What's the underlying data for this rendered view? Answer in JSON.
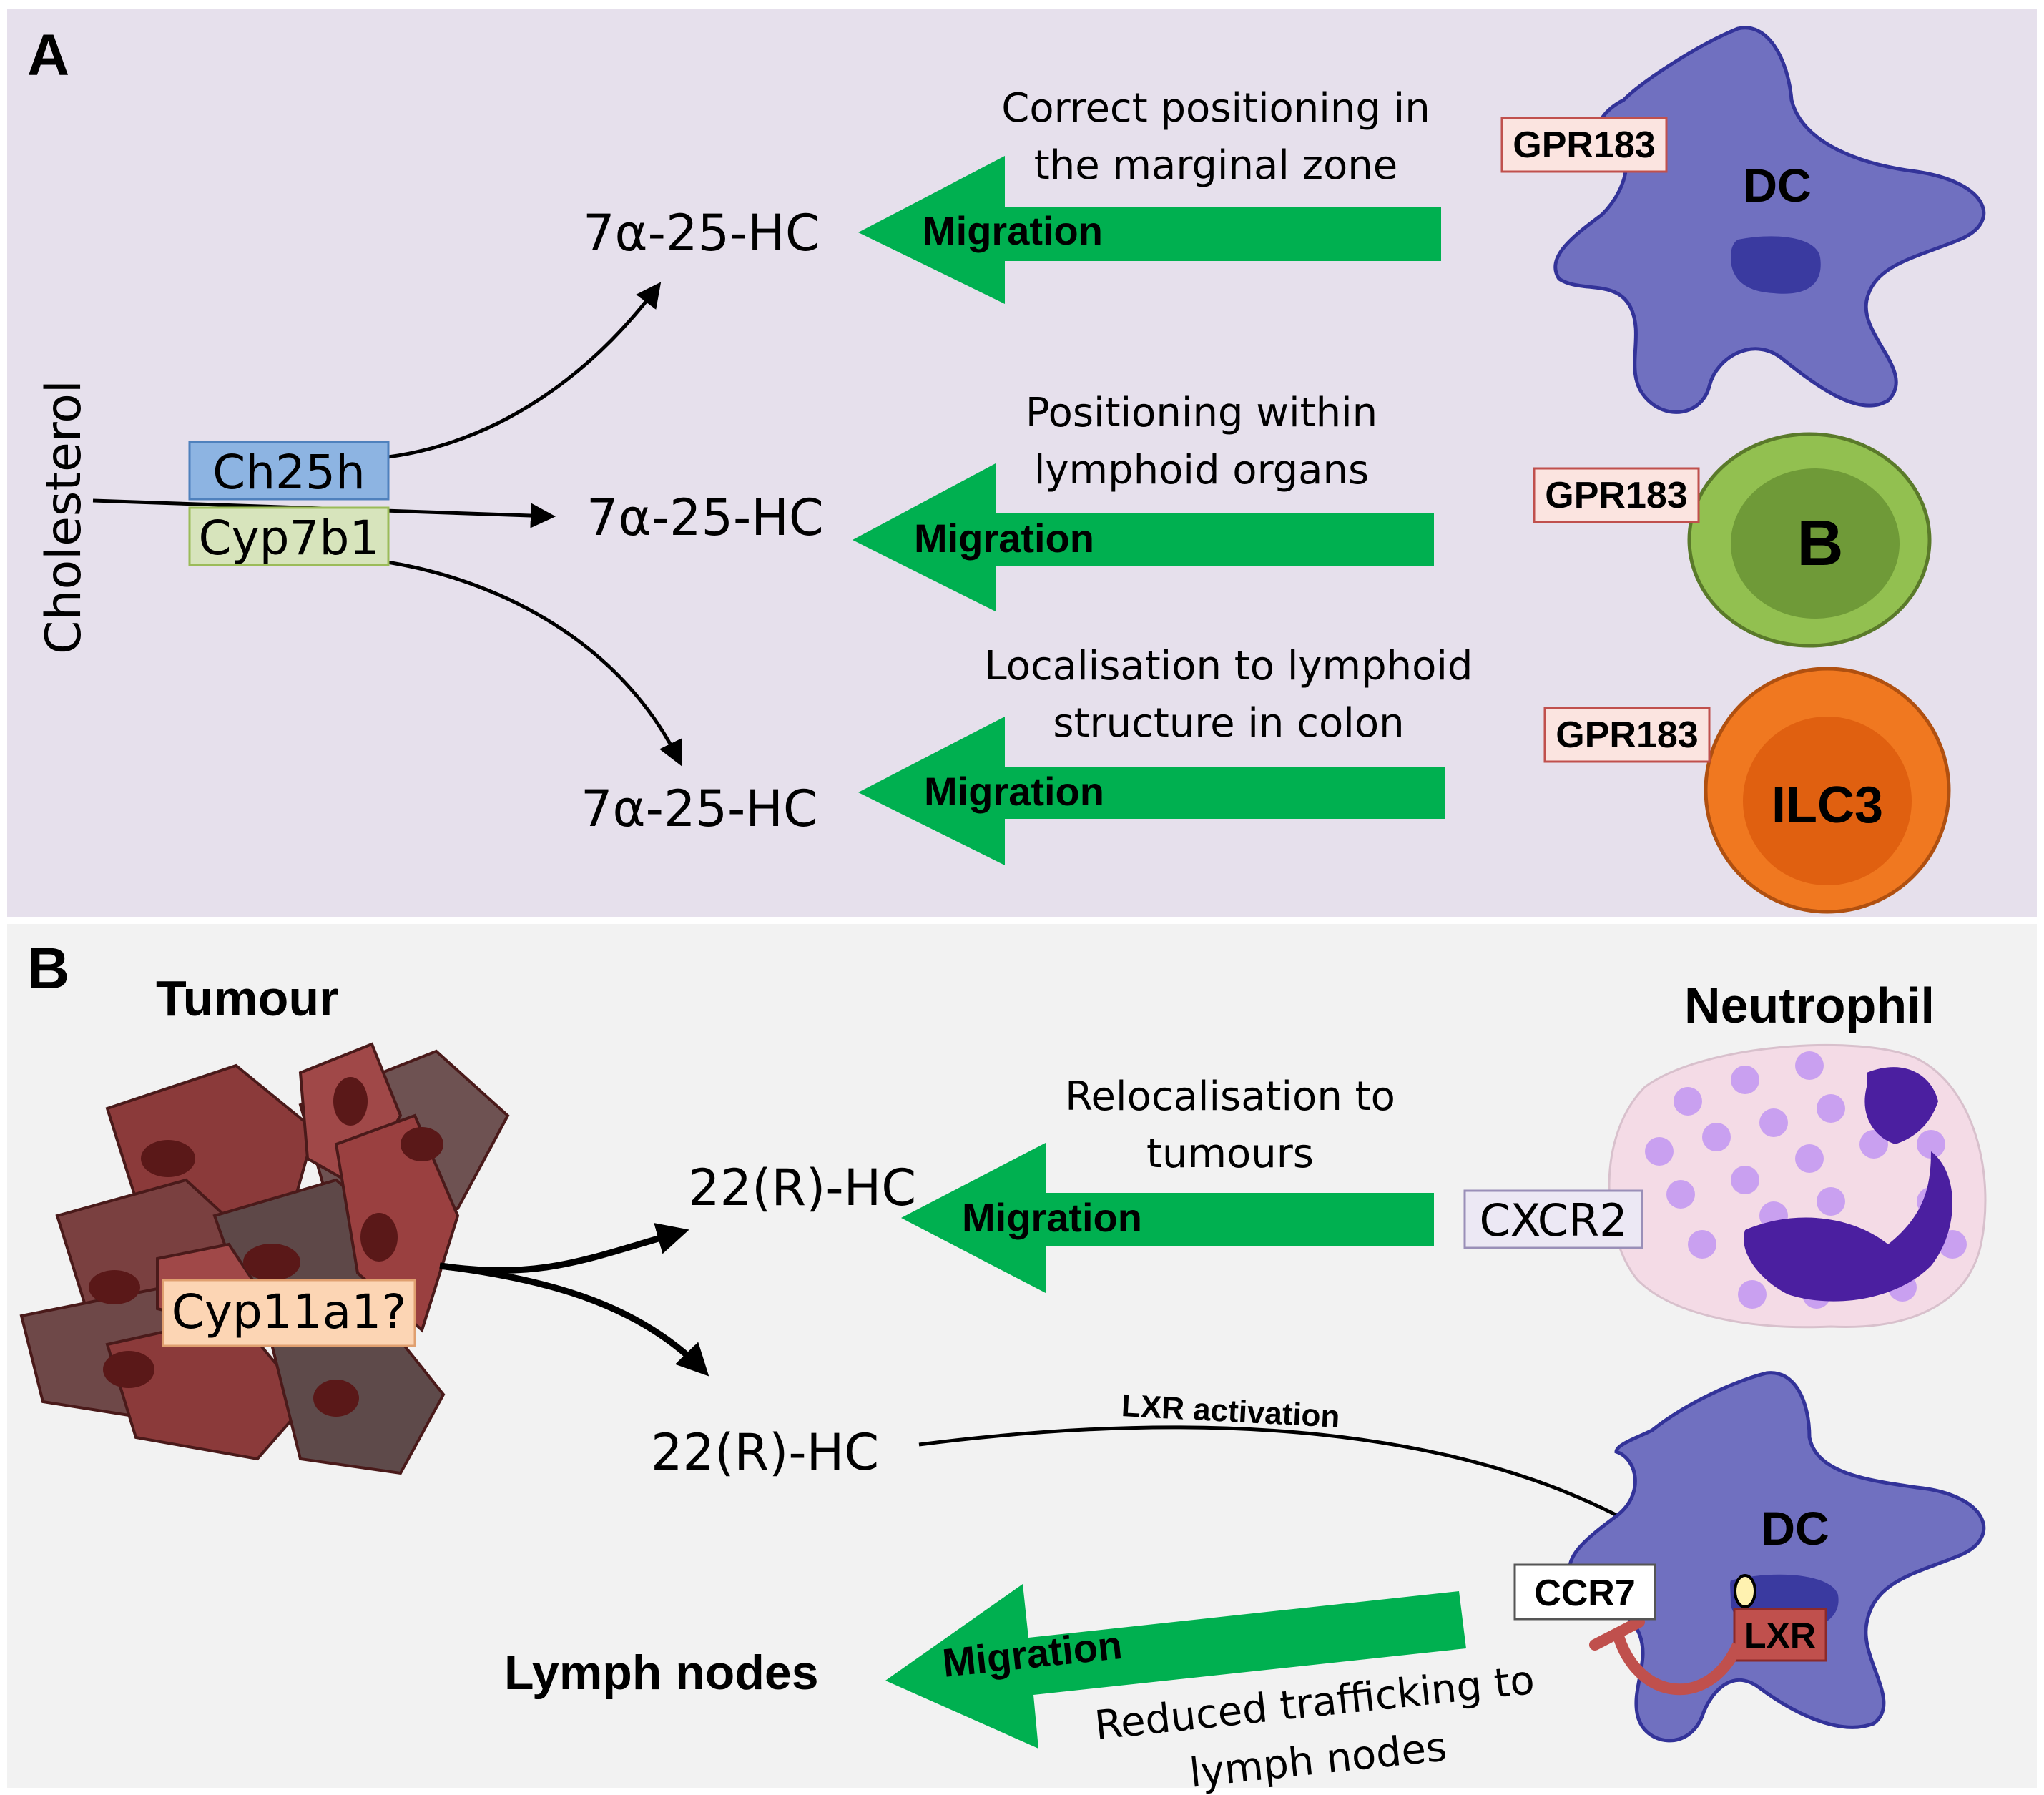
{
  "panel_a": {
    "label": "A",
    "precursor": "Cholesterol",
    "enzymes": [
      "Ch25h",
      "Cyp7b1"
    ],
    "rows": [
      {
        "product": "7α-25-HC",
        "arrow_label": "Migration",
        "caption_line1": "Correct positioning in",
        "caption_line2": "the marginal zone",
        "receptor": "GPR183",
        "cell": "DC"
      },
      {
        "product": "7α-25-HC",
        "arrow_label": "Migration",
        "caption_line1": "Positioning within",
        "caption_line2": "lymphoid organs",
        "receptor": "GPR183",
        "cell": "B"
      },
      {
        "product": "7α-25-HC",
        "arrow_label": "Migration",
        "caption_line1": "Localisation to lymphoid",
        "caption_line2": "structure in colon",
        "receptor": "GPR183",
        "cell": "ILC3"
      }
    ]
  },
  "panel_b": {
    "label": "B",
    "source_title": "Tumour",
    "enzyme": "Cyp11a1?",
    "product_top": "22(R)-HC",
    "product_bottom": "22(R)-HC",
    "top_arrow_label": "Migration",
    "top_caption_line1": "Relocalisation to",
    "top_caption_line2": "tumours",
    "neutrophil_title": "Neutrophil",
    "neutrophil_receptor": "CXCR2",
    "lxr_activation": "LXR activation",
    "dc_label": "DC",
    "ccr7": "CCR7",
    "lxr": "LXR",
    "bottom_arrow_label": "Migration",
    "lymph_nodes": "Lymph nodes",
    "bottom_caption_line1": "Reduced trafficking to",
    "bottom_caption_line2": "lymph nodes"
  },
  "colors": {
    "panel_a_bg": "#e6e0ec",
    "panel_b_bg": "#f2f2f2",
    "arrow_green": "#00b050",
    "dc_purple": "#7070c0",
    "b_green": "#92c050",
    "ilc3_orange": "#f07820",
    "ch25h_blue": "#8db4e2",
    "cyp7b1_green": "#d7e4bc",
    "gpr183_pink": "#fbe4e0",
    "tumour_red": "#8b3a3a"
  }
}
